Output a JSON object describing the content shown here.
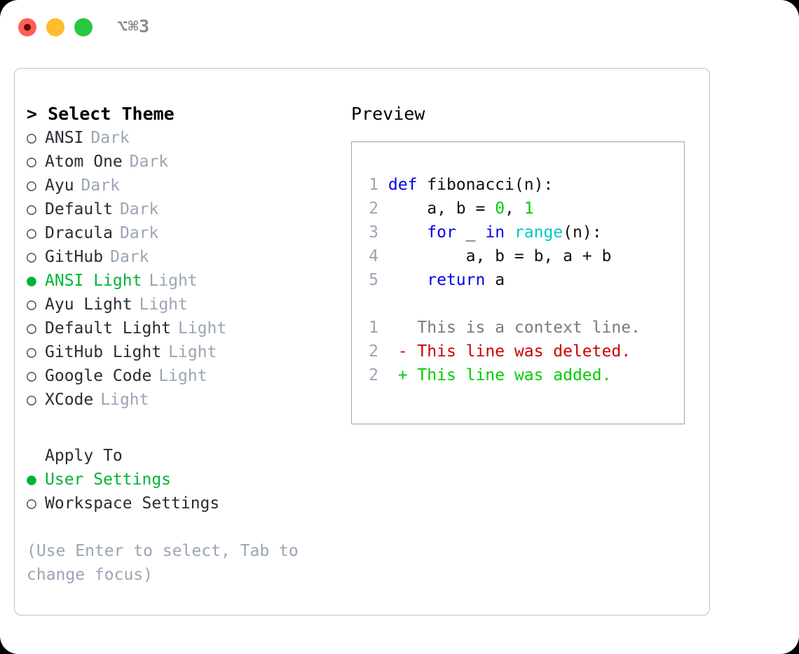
{
  "titlebar": {
    "shortcut": "⌥⌘3",
    "lights": [
      "close",
      "minimize",
      "zoom"
    ]
  },
  "theme_list": {
    "heading": "> Select Theme",
    "selected_bullet": "●",
    "unselected_bullet": "○",
    "items": [
      {
        "name": "ANSI",
        "variant": "Dark",
        "selected": false
      },
      {
        "name": "Atom One",
        "variant": "Dark",
        "selected": false
      },
      {
        "name": "Ayu",
        "variant": "Dark",
        "selected": false
      },
      {
        "name": "Default",
        "variant": "Dark",
        "selected": false
      },
      {
        "name": "Dracula",
        "variant": "Dark",
        "selected": false
      },
      {
        "name": "GitHub",
        "variant": "Dark",
        "selected": false
      },
      {
        "name": "ANSI Light",
        "variant": "Light",
        "selected": true
      },
      {
        "name": "Ayu Light",
        "variant": "Light",
        "selected": false
      },
      {
        "name": "Default Light",
        "variant": "Light",
        "selected": false
      },
      {
        "name": "GitHub Light",
        "variant": "Light",
        "selected": false
      },
      {
        "name": "Google Code",
        "variant": "Light",
        "selected": false
      },
      {
        "name": "XCode",
        "variant": "Light",
        "selected": false
      }
    ]
  },
  "apply_to": {
    "heading": "Apply To",
    "options": [
      {
        "name": "User Settings",
        "selected": true
      },
      {
        "name": "Workspace Settings",
        "selected": false
      }
    ]
  },
  "hint": "(Use Enter to select, Tab to change focus)",
  "preview": {
    "heading": "Preview",
    "code_lines": [
      {
        "no": "1",
        "tokens": [
          {
            "t": "def ",
            "c": "kw"
          },
          {
            "t": "fibonacci(n):",
            "c": "plain"
          }
        ]
      },
      {
        "no": "2",
        "tokens": [
          {
            "t": "    a, b = ",
            "c": "plain"
          },
          {
            "t": "0",
            "c": "num"
          },
          {
            "t": ", ",
            "c": "plain"
          },
          {
            "t": "1",
            "c": "num"
          }
        ]
      },
      {
        "no": "3",
        "tokens": [
          {
            "t": "    ",
            "c": "plain"
          },
          {
            "t": "for",
            "c": "kw"
          },
          {
            "t": " _ ",
            "c": "plain"
          },
          {
            "t": "in",
            "c": "kw"
          },
          {
            "t": " ",
            "c": "plain"
          },
          {
            "t": "range",
            "c": "fn"
          },
          {
            "t": "(n):",
            "c": "plain"
          }
        ]
      },
      {
        "no": "4",
        "tokens": [
          {
            "t": "        a, b = b, a + b",
            "c": "plain"
          }
        ]
      },
      {
        "no": "5",
        "tokens": [
          {
            "t": "    ",
            "c": "plain"
          },
          {
            "t": "return",
            "c": "kw"
          },
          {
            "t": " a",
            "c": "plain"
          }
        ]
      }
    ],
    "diff_lines": [
      {
        "no": "1",
        "marker": " ",
        "text": " This is a context line.",
        "kind": "diff-ctx"
      },
      {
        "no": "2",
        "marker": "-",
        "text": " This line was deleted.",
        "kind": "diff-del"
      },
      {
        "no": "2",
        "marker": "+",
        "text": " This line was added.",
        "kind": "diff-add"
      }
    ]
  },
  "colors": {
    "accent_green": "#00b336",
    "muted": "#9aa5b4",
    "keyword_blue": "#0000ee",
    "builtin_cyan": "#00c8c8",
    "number_green": "#00cc00",
    "diff_delete": "#cc0000",
    "diff_add": "#00cc00",
    "border": "#b9c2ce",
    "light_red": "#ff5f57",
    "light_yellow": "#febc2e",
    "light_green": "#28c840"
  }
}
